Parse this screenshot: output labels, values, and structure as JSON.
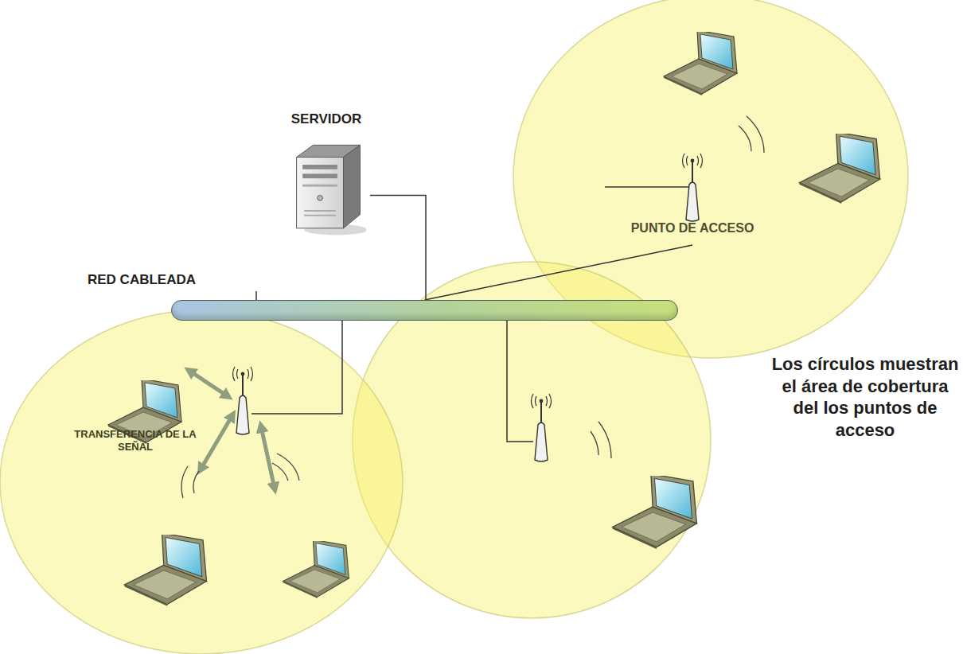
{
  "diagram": {
    "nodes": [
      {
        "text": [
          "SERVIDOR"
        ]
      },
      {
        "text": [
          "RED CABLEADA"
        ]
      },
      {
        "text": [
          "PUNTO DE ACCESO"
        ]
      }
    ],
    "edges": [
      {
        "from": 0,
        "to": 1,
        "arrow": "none"
      },
      {
        "from": 2,
        "to": 1,
        "arrow": "none"
      }
    ],
    "labels": [
      "TRANSFERENCIA DE LA SEÑAL",
      "Los círculos muestran el área de cobertura del los puntos de acceso"
    ]
  }
}
